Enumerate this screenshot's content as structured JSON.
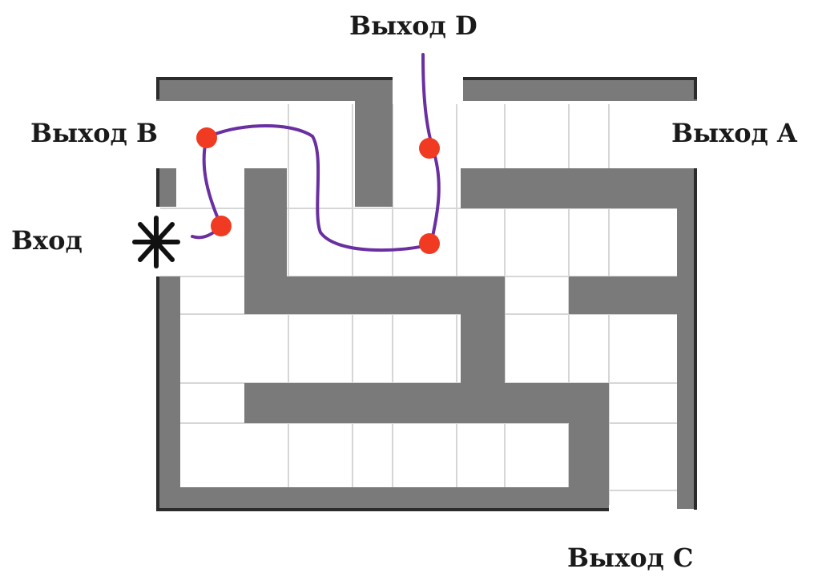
{
  "labels": {
    "exit_d": "Выход D",
    "exit_b": "Выход B",
    "exit_a": "Выход A",
    "entry": "Вход",
    "exit_c": "Выход C"
  },
  "colors": {
    "grid": "#d6d6d6",
    "wall": "#7a7a7a",
    "border": "#2b2b2b",
    "path": "#6a2fa0",
    "dot": "#f03a22",
    "entry_marker": "#111111"
  },
  "icons": {
    "entry_marker": "asterisk-icon",
    "waypoint": "red-dot"
  }
}
